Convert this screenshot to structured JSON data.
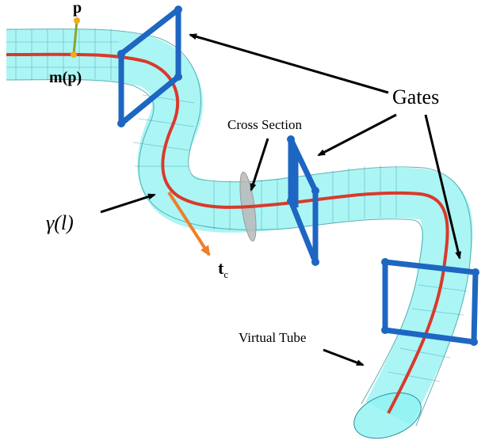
{
  "labels": {
    "gates": "Gates",
    "cross_section": "Cross Section",
    "virtual_tube": "Virtual Tube",
    "p": "p",
    "m_p": "m(p)",
    "gamma_l": "γ(l)",
    "t": "t",
    "t_sub": "c"
  },
  "colors": {
    "tube_fill": "#8ff2f2",
    "tube_mesh": "#2a8f9a",
    "centerline": "#d93a2b",
    "gate": "#1d66c2",
    "tangent": "#f07d2a",
    "point_marker": "#f4a81d",
    "distance_line": "#8aa52a",
    "cross_section_fill": "#b9b9b9",
    "arrow": "#000000"
  }
}
